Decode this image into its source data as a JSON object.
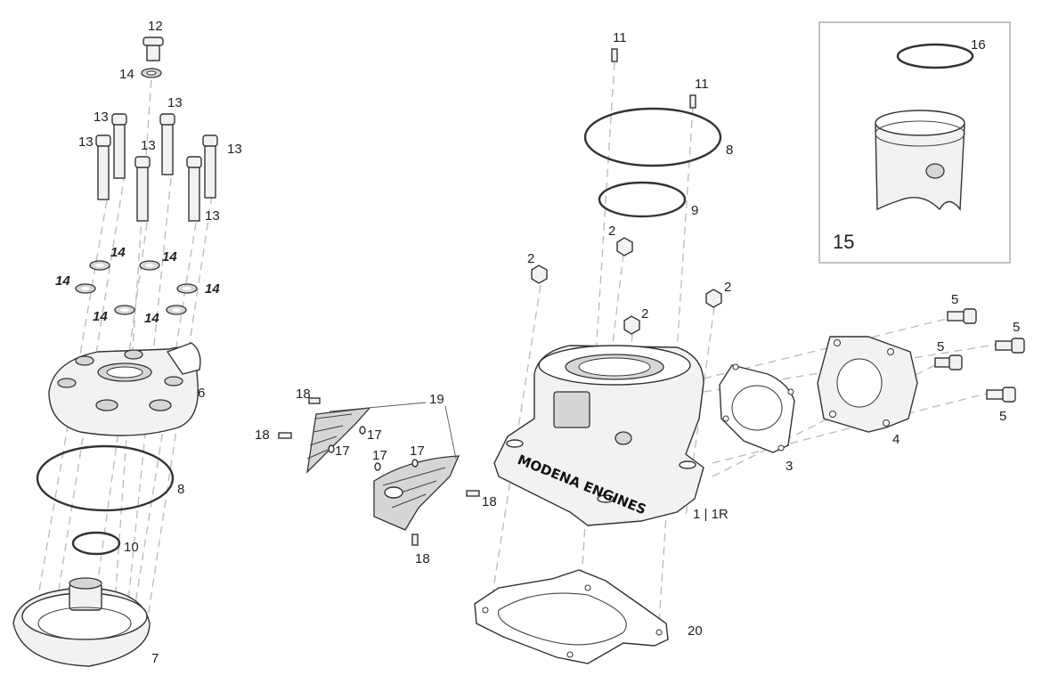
{
  "diagram": {
    "labels": {
      "l1": "1 | 1R",
      "l2a": "2",
      "l2b": "2",
      "l2c": "2",
      "l2d": "2",
      "l3": "3",
      "l4": "4",
      "l5a": "5",
      "l5b": "5",
      "l5c": "5",
      "l5d": "5",
      "l6": "6",
      "l7": "7",
      "l8a": "8",
      "l8b": "8",
      "l9": "9",
      "l10": "10",
      "l11a": "11",
      "l11b": "11",
      "l12": "12",
      "l13a": "13",
      "l13b": "13",
      "l13c": "13",
      "l13d": "13",
      "l13e": "13",
      "l13f": "13",
      "l14a": "14",
      "l14b": "14",
      "l14c": "14",
      "l14d": "14",
      "l14e": "14",
      "l14f": "14",
      "l14g": "14",
      "l15": "15",
      "l16": "16",
      "l17a": "17",
      "l17b": "17",
      "l17c": "17",
      "l17d": "17",
      "l18a": "18",
      "l18b": "18",
      "l18c": "18",
      "l18d": "18",
      "l19": "19",
      "l20": "20"
    },
    "cylinder_text": "MODENA ENGINES"
  }
}
